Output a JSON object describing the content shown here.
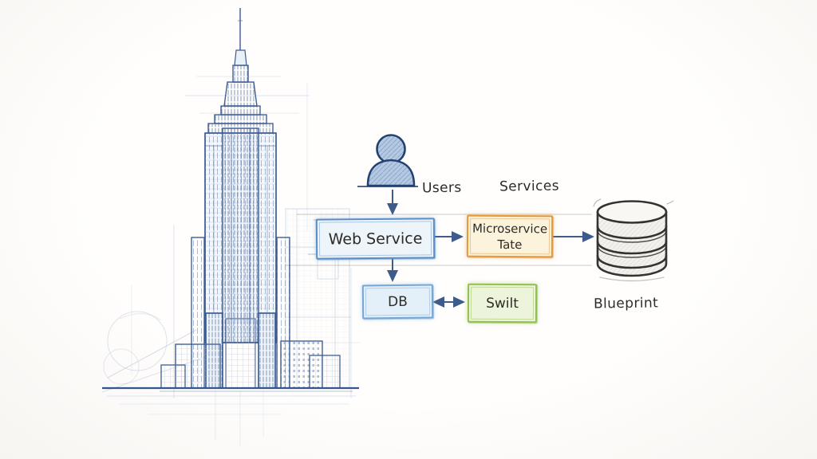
{
  "diagram": {
    "labels": {
      "users": "Users",
      "services": "Services",
      "blueprint": "Blueprint"
    },
    "nodes": {
      "web_service": {
        "label": "Web Service",
        "accent": "#5b8ec5",
        "fill": "#edf4fa"
      },
      "microservice": {
        "line1": "Microservice",
        "line2": "Tate",
        "accent": "#e29a3d",
        "fill": "#fcf3dc"
      },
      "db": {
        "label": "DB",
        "accent": "#74a6d6",
        "fill": "#e3eff9"
      },
      "swilt": {
        "label": "Swilt",
        "accent": "#93c04e",
        "fill": "#ecf5db"
      }
    },
    "edges": [
      {
        "from": "user-icon",
        "to": "web_service",
        "style": "arrow-down"
      },
      {
        "from": "web_service",
        "to": "microservice",
        "style": "arrow-right"
      },
      {
        "from": "microservice",
        "to": "database-cylinder",
        "style": "arrow-right"
      },
      {
        "from": "web_service",
        "to": "db",
        "style": "arrow-down"
      },
      {
        "from": "db",
        "to": "swilt",
        "style": "arrow-both"
      }
    ],
    "arrow_color": "#3d5c8c",
    "text_color": "#2d2b26"
  },
  "sketch": {
    "subject": "skyscraper-blueprint",
    "line_color": "#3c5c92",
    "cylinder_color": "#32322f"
  }
}
